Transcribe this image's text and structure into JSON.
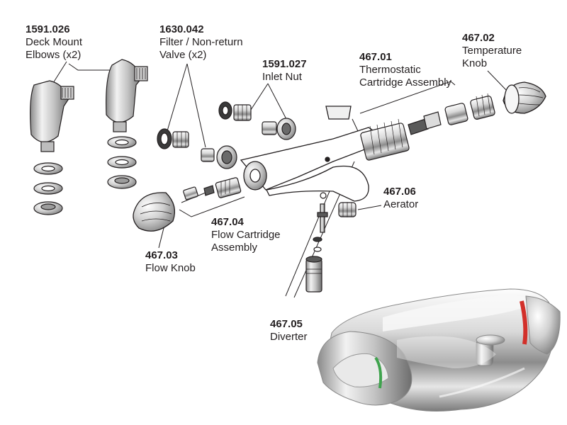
{
  "callouts": [
    {
      "id": "elbows",
      "code": "1591.026",
      "lines": [
        "Deck Mount",
        "Elbows (x2)"
      ]
    },
    {
      "id": "filter",
      "code": "1630.042",
      "lines": [
        "Filter / Non-return",
        "Valve (x2)"
      ]
    },
    {
      "id": "inlet",
      "code": "1591.027",
      "lines": [
        "Inlet Nut"
      ]
    },
    {
      "id": "thermo",
      "code": "467.01",
      "lines": [
        "Thermostatic",
        "Cartridge Assembly"
      ]
    },
    {
      "id": "tempknob",
      "code": "467.02",
      "lines": [
        "Temperature",
        "Knob"
      ]
    },
    {
      "id": "aerator",
      "code": "467.06",
      "lines": [
        "Aerator"
      ]
    },
    {
      "id": "flowcart",
      "code": "467.04",
      "lines": [
        "Flow Cartridge",
        "Assembly"
      ]
    },
    {
      "id": "flowknob",
      "code": "467.03",
      "lines": [
        "Flow Knob"
      ]
    },
    {
      "id": "diverter",
      "code": "467.05",
      "lines": [
        "Diverter"
      ]
    }
  ],
  "colors": {
    "line": "#231f20",
    "chrome_light": "#f4f4f4",
    "chrome_mid": "#b9b9b9",
    "chrome_dark": "#6f6f6f",
    "band_red": "#d2302a",
    "band_green": "#3fa34d"
  }
}
